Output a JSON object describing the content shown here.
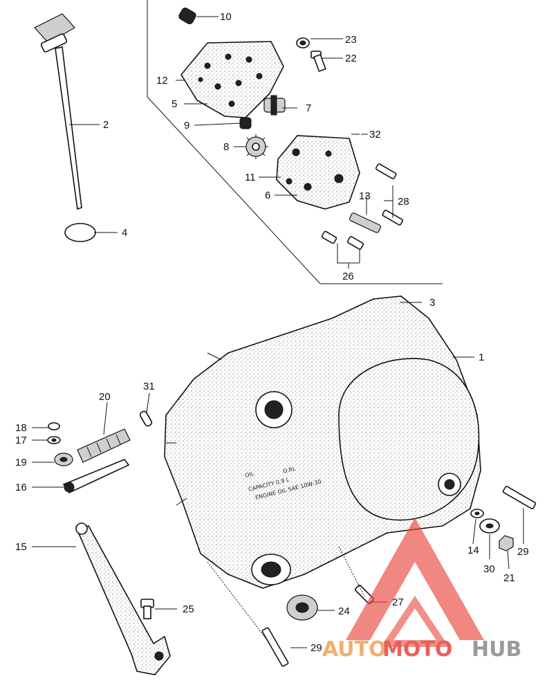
{
  "callouts": [
    {
      "id": "10",
      "label": "10"
    },
    {
      "id": "23",
      "label": "23"
    },
    {
      "id": "22",
      "label": "22"
    },
    {
      "id": "12",
      "label": "12"
    },
    {
      "id": "5",
      "label": "5"
    },
    {
      "id": "7",
      "label": "7"
    },
    {
      "id": "9",
      "label": "9"
    },
    {
      "id": "32",
      "label": "32"
    },
    {
      "id": "8",
      "label": "8"
    },
    {
      "id": "11",
      "label": "11"
    },
    {
      "id": "6",
      "label": "6"
    },
    {
      "id": "13",
      "label": "13"
    },
    {
      "id": "28",
      "label": "28"
    },
    {
      "id": "26",
      "label": "26"
    },
    {
      "id": "2",
      "label": "2"
    },
    {
      "id": "4",
      "label": "4"
    },
    {
      "id": "3",
      "label": "3"
    },
    {
      "id": "1",
      "label": "1"
    },
    {
      "id": "31",
      "label": "31"
    },
    {
      "id": "20",
      "label": "20"
    },
    {
      "id": "18",
      "label": "18"
    },
    {
      "id": "17",
      "label": "17"
    },
    {
      "id": "19",
      "label": "19"
    },
    {
      "id": "16",
      "label": "16"
    },
    {
      "id": "15",
      "label": "15"
    },
    {
      "id": "14",
      "label": "14"
    },
    {
      "id": "30",
      "label": "30"
    },
    {
      "id": "21",
      "label": "21"
    },
    {
      "id": "29a",
      "label": "29"
    },
    {
      "id": "27",
      "label": "27"
    },
    {
      "id": "24",
      "label": "24"
    },
    {
      "id": "25",
      "label": "25"
    },
    {
      "id": "29b",
      "label": "29"
    }
  ],
  "casting_text": {
    "oil": "OIL",
    "oil_right": "O.RL",
    "line1": "CAPACITY  0.9 L",
    "line2": "ENGINE OIL  SAE 10W-30"
  },
  "watermark": {
    "part1": "AUTO",
    "part2": "MOTO",
    "part3": "HUB",
    "colors": {
      "auto": "#f0a058",
      "moto": "#e8443a",
      "hub": "#8a8a8a",
      "triangle": "#e8443a"
    }
  }
}
